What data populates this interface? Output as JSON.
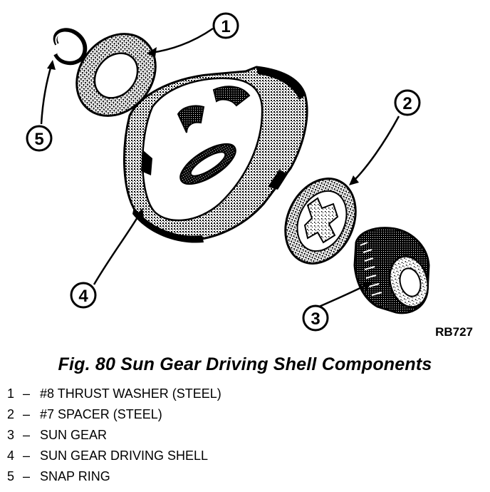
{
  "figure": {
    "caption": "Fig. 80 Sun Gear Driving Shell Components",
    "code": "RB727",
    "callouts": [
      "1",
      "2",
      "3",
      "4",
      "5"
    ]
  },
  "legend": [
    {
      "num": "1",
      "dash": "–",
      "text": "#8 THRUST WASHER (STEEL)"
    },
    {
      "num": "2",
      "dash": "–",
      "text": "#7 SPACER (STEEL)"
    },
    {
      "num": "3",
      "dash": "–",
      "text": "SUN GEAR"
    },
    {
      "num": "4",
      "dash": "–",
      "text": "SUN GEAR DRIVING SHELL"
    },
    {
      "num": "5",
      "dash": "–",
      "text": "SNAP RING"
    }
  ]
}
